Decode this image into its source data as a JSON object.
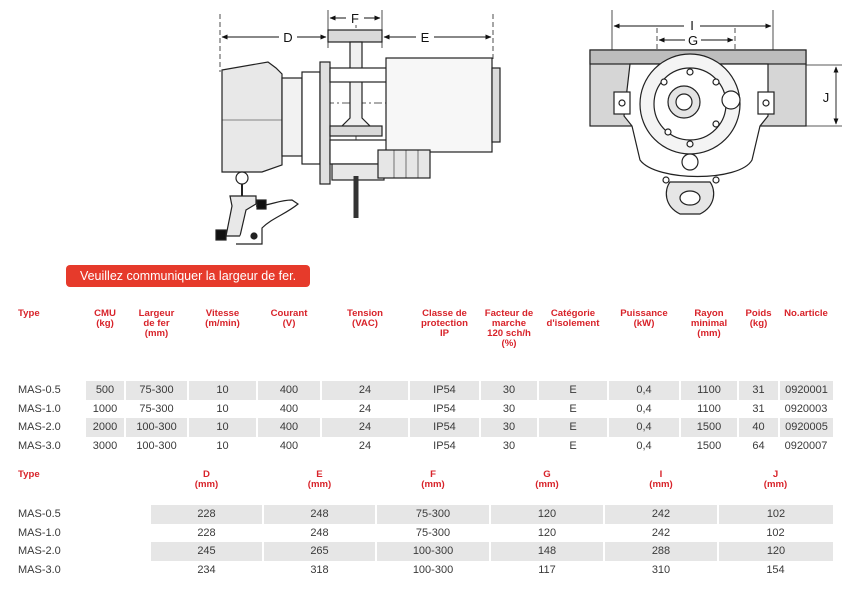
{
  "dimension_labels": {
    "D": "D",
    "E": "E",
    "F": "F",
    "I": "I",
    "G": "G",
    "J": "J"
  },
  "banner": {
    "text": "Veuillez communiquer la largeur de fer."
  },
  "spec_table": {
    "headers": [
      [
        "Type"
      ],
      [
        "CMU",
        "(kg)"
      ],
      [
        "Largeur",
        "de fer",
        "(mm)"
      ],
      [
        "Vitesse",
        "(m/min)"
      ],
      [
        "Courant",
        "(V)"
      ],
      [
        "Tension",
        "(VAC)"
      ],
      [
        "Classe de",
        "protection",
        "IP"
      ],
      [
        "Facteur de",
        "marche",
        "120 sch/h",
        "(%)"
      ],
      [
        "Catégorie",
        "d'isolement"
      ],
      [
        "Puissance",
        "(kW)"
      ],
      [
        "Rayon",
        "minimal",
        "(mm)"
      ],
      [
        "Poids",
        "(kg)"
      ],
      [
        "No.article"
      ]
    ],
    "rows": [
      [
        "MAS-0.5",
        "500",
        "75-300",
        "10",
        "400",
        "24",
        "IP54",
        "30",
        "E",
        "0,4",
        "1100",
        "31",
        "0920001"
      ],
      [
        "MAS-1.0",
        "1000",
        "75-300",
        "10",
        "400",
        "24",
        "IP54",
        "30",
        "E",
        "0,4",
        "1100",
        "31",
        "0920003"
      ],
      [
        "MAS-2.0",
        "2000",
        "100-300",
        "10",
        "400",
        "24",
        "IP54",
        "30",
        "E",
        "0,4",
        "1500",
        "40",
        "0920005"
      ],
      [
        "MAS-3.0",
        "3000",
        "100-300",
        "10",
        "400",
        "24",
        "IP54",
        "30",
        "E",
        "0,4",
        "1500",
        "64",
        "0920007"
      ]
    ]
  },
  "dim_table": {
    "headers": [
      [
        "Type"
      ],
      [
        "D",
        "(mm)"
      ],
      [
        "E",
        "(mm)"
      ],
      [
        "F",
        "(mm)"
      ],
      [
        "G",
        "(mm)"
      ],
      [
        "I",
        "(mm)"
      ],
      [
        "J",
        "(mm)"
      ]
    ],
    "rows": [
      [
        "MAS-0.5",
        "228",
        "248",
        "75-300",
        "120",
        "242",
        "102"
      ],
      [
        "MAS-1.0",
        "228",
        "248",
        "75-300",
        "120",
        "242",
        "102"
      ],
      [
        "MAS-2.0",
        "245",
        "265",
        "100-300",
        "148",
        "288",
        "120"
      ],
      [
        "MAS-3.0",
        "234",
        "318",
        "100-300",
        "117",
        "310",
        "154"
      ]
    ]
  },
  "colors": {
    "accent_red": "#e63a2b",
    "header_red": "#d8232a",
    "row_shade": "#e6e6e6"
  }
}
